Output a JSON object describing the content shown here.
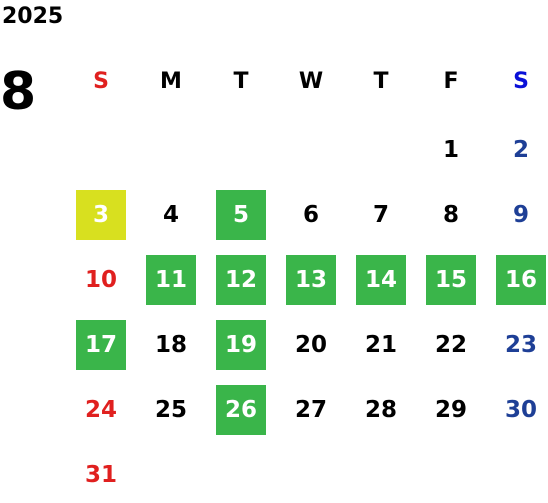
{
  "calendar": {
    "year": "2025",
    "month": "8",
    "weekdays": [
      "S",
      "M",
      "T",
      "W",
      "T",
      "F",
      "S"
    ],
    "colors": {
      "sunday": "#e0201f",
      "saturday": "#1e3f96",
      "saturday_header": "#0a10d8",
      "weekday": "#000000",
      "highlight_green": "#3ab54a",
      "highlight_yellow": "#d8e01f",
      "highlight_text": "#ffffff"
    },
    "weeks": [
      [
        null,
        null,
        null,
        null,
        null,
        {
          "day": "1"
        },
        {
          "day": "2"
        }
      ],
      [
        {
          "day": "3",
          "highlight": "yellow"
        },
        {
          "day": "4"
        },
        {
          "day": "5",
          "highlight": "green"
        },
        {
          "day": "6"
        },
        {
          "day": "7"
        },
        {
          "day": "8"
        },
        {
          "day": "9"
        }
      ],
      [
        {
          "day": "10"
        },
        {
          "day": "11",
          "highlight": "green"
        },
        {
          "day": "12",
          "highlight": "green"
        },
        {
          "day": "13",
          "highlight": "green"
        },
        {
          "day": "14",
          "highlight": "green"
        },
        {
          "day": "15",
          "highlight": "green"
        },
        {
          "day": "16",
          "highlight": "green"
        }
      ],
      [
        {
          "day": "17",
          "highlight": "green"
        },
        {
          "day": "18"
        },
        {
          "day": "19",
          "highlight": "green"
        },
        {
          "day": "20"
        },
        {
          "day": "21"
        },
        {
          "day": "22"
        },
        {
          "day": "23"
        }
      ],
      [
        {
          "day": "24"
        },
        {
          "day": "25"
        },
        {
          "day": "26",
          "highlight": "green"
        },
        {
          "day": "27"
        },
        {
          "day": "28"
        },
        {
          "day": "29"
        },
        {
          "day": "30"
        }
      ],
      [
        {
          "day": "31"
        },
        null,
        null,
        null,
        null,
        null,
        null
      ]
    ]
  }
}
